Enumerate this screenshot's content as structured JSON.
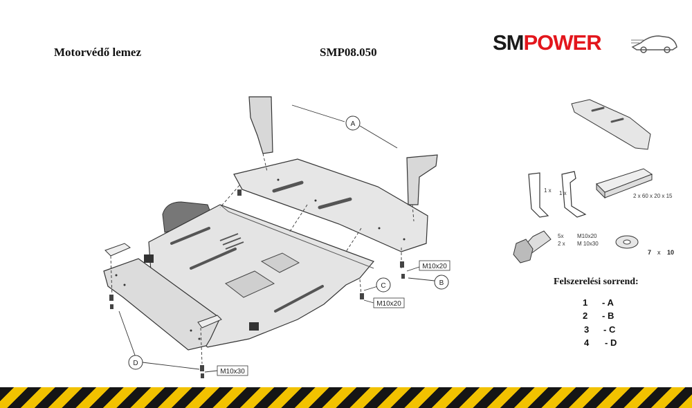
{
  "header": {
    "title": "Motorvédő lemez",
    "code": "SMP08.050"
  },
  "logo": {
    "part1": "SM",
    "part2": "POWER"
  },
  "diagram": {
    "callouts": {
      "a": "A",
      "b": "B",
      "c": "C",
      "d": "D"
    },
    "bolt_labels": [
      "M10x20",
      "M10x20",
      "M10x30"
    ]
  },
  "parts": {
    "brackets_qty": [
      "1 x",
      "1 x"
    ],
    "spacer_spec": "2 x  60 x 20 x 15",
    "bolts_qty": [
      "5x",
      "2 x"
    ],
    "bolts_size": [
      "M10x20",
      "M 10x30"
    ],
    "washer_qty": "7",
    "washer_x": "x",
    "washer_size": "10"
  },
  "order": {
    "title": "Felszerelési sorrend:",
    "steps": [
      {
        "num": "1",
        "letter": "- A"
      },
      {
        "num": "2",
        "letter": "- B"
      },
      {
        "num": "3",
        "letter": "- C"
      },
      {
        "num": "4",
        "letter": "- D"
      }
    ]
  },
  "colors": {
    "accent": "#e3161c",
    "stripe_yellow": "#f2c200",
    "stripe_black": "#151515"
  }
}
